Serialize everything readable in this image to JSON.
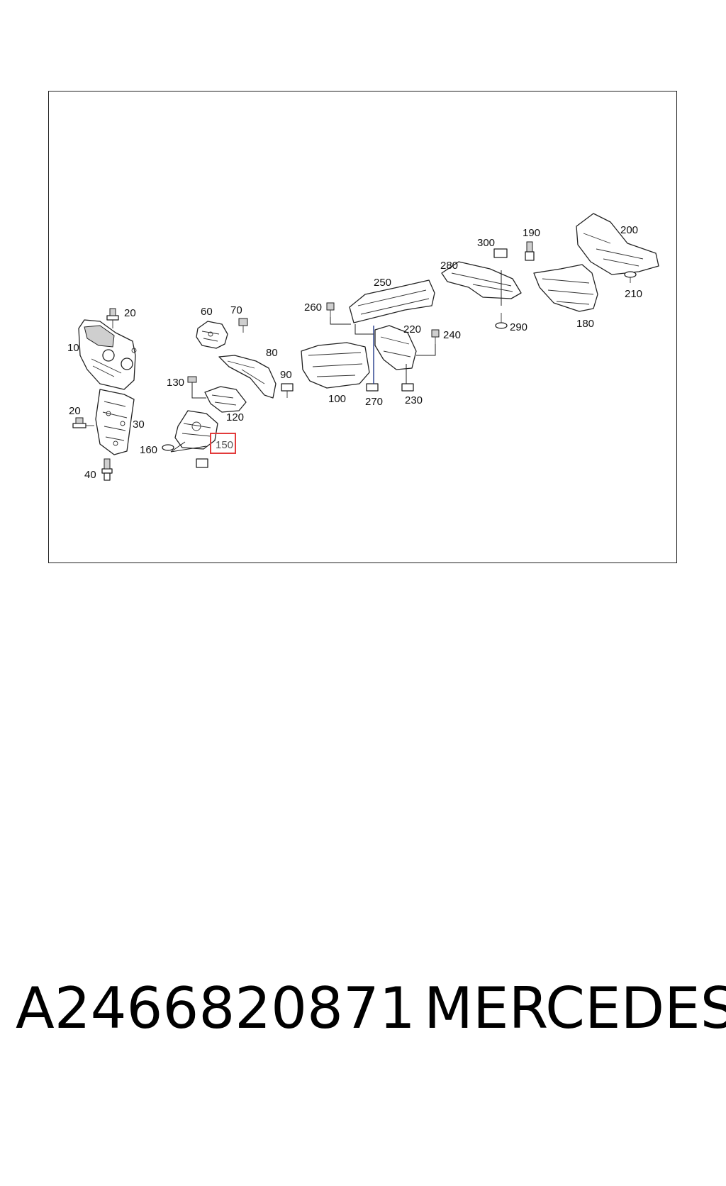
{
  "diagram": {
    "callouts": {
      "c10": "10",
      "c20a": "20",
      "c20b": "20",
      "c30": "30",
      "c40": "40",
      "c60": "60",
      "c70": "70",
      "c80": "80",
      "c90": "90",
      "c100": "100",
      "c120": "120",
      "c130": "130",
      "c150": "150",
      "c160": "160",
      "c180": "180",
      "c190": "190",
      "c200": "200",
      "c210": "210",
      "c220": "220",
      "c230": "230",
      "c240": "240",
      "c250": "250",
      "c260": "260",
      "c270": "270",
      "c280": "280",
      "c290": "290",
      "c300": "300"
    },
    "highlighted_callout": "150",
    "highlight_color": "#e23b3b",
    "leader_accent_color": "#223a8a"
  },
  "caption": {
    "part_number": "A2466820871",
    "brand": "MERCEDES"
  }
}
